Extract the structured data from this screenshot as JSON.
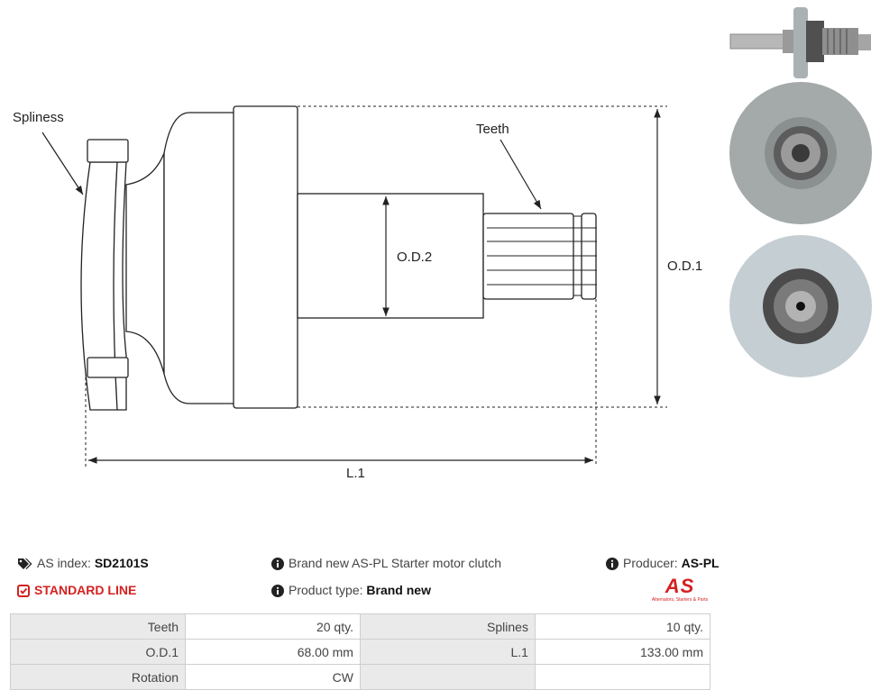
{
  "drawing_labels": {
    "splines": "Spliness",
    "teeth": "Teeth",
    "od2": "O.D.2",
    "od1": "O.D.1",
    "l1": "L.1"
  },
  "info": {
    "as_index_label": "AS index:",
    "as_index_value": "SD2101S",
    "line_label": "STANDARD LINE",
    "description": "Brand new AS-PL Starter motor clutch",
    "product_type_label": "Product type:",
    "product_type_value": "Brand new",
    "producer_label": "Producer:",
    "producer_value": "AS-PL",
    "logo_text": "AS",
    "logo_tagline": "Alternators, Starters & Parts"
  },
  "spec_rows": [
    {
      "l1": "Teeth",
      "v1": "20 qty.",
      "l2": "Splines",
      "v2": "10 qty."
    },
    {
      "l1": "O.D.1",
      "v1": "68.00 mm",
      "l2": "L.1",
      "v2": "133.00 mm"
    },
    {
      "l1": "Rotation",
      "v1": "CW",
      "l2": "",
      "v2": ""
    }
  ],
  "colors": {
    "accent": "#d42121",
    "label_bg": "#eaeaea",
    "border": "#cfcfcf"
  }
}
